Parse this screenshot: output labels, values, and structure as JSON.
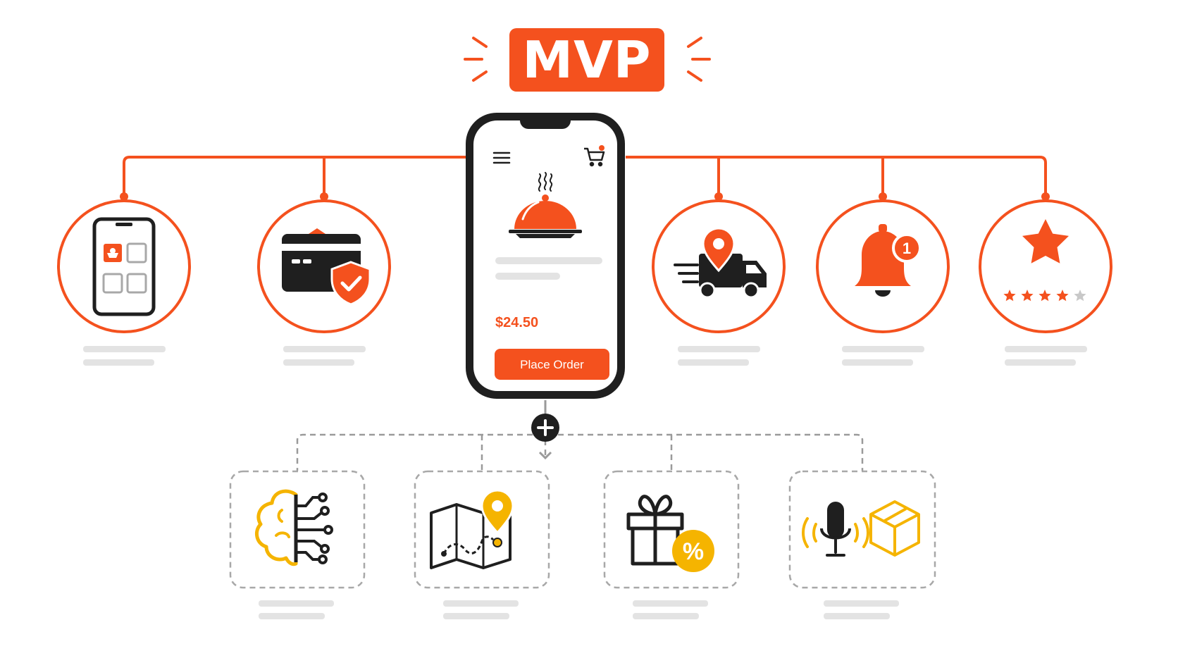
{
  "header": {
    "badge_label": "MVP"
  },
  "phone": {
    "price": "$24.50",
    "order_button_label": "Place Order",
    "cart_badge_color": "#f4511e"
  },
  "notification_badge_count": "1",
  "colors": {
    "accent": "#f4511e",
    "dark": "#1f1f1f",
    "future_accent": "#f5b400",
    "placeholder": "#e3e3e3"
  },
  "mvp_features": [
    {
      "icon": "app-menu-grid-icon"
    },
    {
      "icon": "secure-payment-card-icon"
    },
    {
      "icon": "delivery-tracking-truck-icon"
    },
    {
      "icon": "notification-bell-icon"
    },
    {
      "icon": "rating-star-icon",
      "rating": 4,
      "rating_max": 5
    }
  ],
  "future_features": [
    {
      "icon": "ai-brain-circuit-icon"
    },
    {
      "icon": "map-navigation-icon"
    },
    {
      "icon": "gift-discount-icon"
    },
    {
      "icon": "voice-blockchain-icon"
    }
  ]
}
